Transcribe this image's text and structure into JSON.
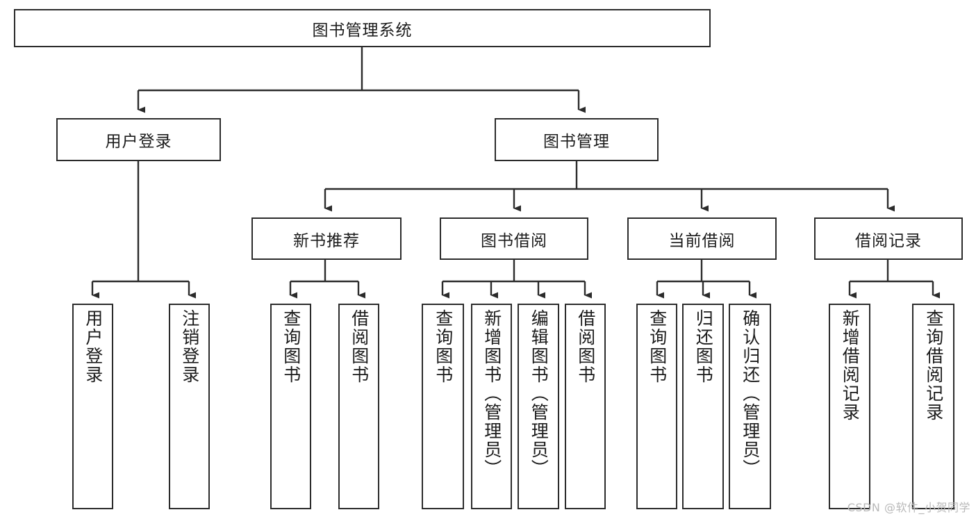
{
  "diagram": {
    "title": "图书管理系统",
    "type": "tree-hierarchy-chart",
    "orientation": "top-down",
    "watermark": "CSDN @软件_小贺同学",
    "colors": {
      "box_border": "#2b2b2b",
      "box_fill": "#ffffff",
      "edge": "#2b2b2b",
      "text": "#1b1b1b",
      "background": "#ffffff",
      "watermark": "#b9b9b9"
    },
    "nodes": {
      "root": {
        "label": "图书管理系统"
      },
      "level2": [
        {
          "id": "user-login",
          "label": "用户登录"
        },
        {
          "id": "book-manage",
          "label": "图书管理"
        }
      ],
      "level3": [
        {
          "id": "new-book-recommend",
          "label": "新书推荐"
        },
        {
          "id": "book-borrow",
          "label": "图书借阅"
        },
        {
          "id": "current-borrow",
          "label": "当前借阅"
        },
        {
          "id": "borrow-record",
          "label": "借阅记录"
        }
      ],
      "leaves": {
        "user_login": [
          {
            "id": "leaf-user-login",
            "label": "用户登录"
          },
          {
            "id": "leaf-logout-login",
            "label": "注销登录"
          }
        ],
        "new_book_recommend": [
          {
            "id": "leaf-query-book-1",
            "label": "查询图书"
          },
          {
            "id": "leaf-borrow-book-1",
            "label": "借阅图书"
          }
        ],
        "book_borrow": [
          {
            "id": "leaf-query-book-2",
            "label": "查询图书"
          },
          {
            "id": "leaf-add-book",
            "label": "新增图书（管理员）"
          },
          {
            "id": "leaf-edit-book",
            "label": "编辑图书（管理员）"
          },
          {
            "id": "leaf-borrow-book-2",
            "label": "借阅图书"
          }
        ],
        "current_borrow": [
          {
            "id": "leaf-query-book-3",
            "label": "查询图书"
          },
          {
            "id": "leaf-return-book",
            "label": "归还图书"
          },
          {
            "id": "leaf-confirm-return",
            "label": "确认归还（管理员）"
          }
        ],
        "borrow_record": [
          {
            "id": "leaf-add-record",
            "label": "新增借阅记录"
          },
          {
            "id": "leaf-query-record",
            "label": "查询借阅记录"
          }
        ]
      }
    }
  }
}
